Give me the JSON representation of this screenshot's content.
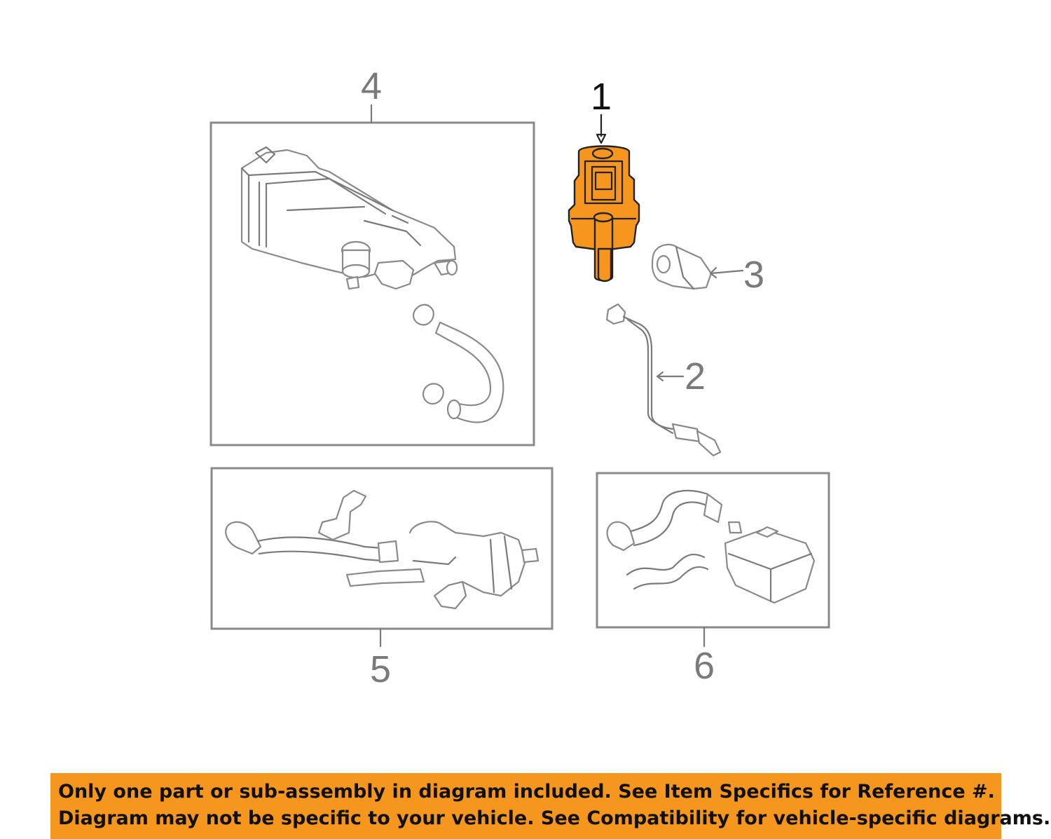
{
  "callouts": {
    "c1": "1",
    "c2": "2",
    "c3": "3",
    "c4": "4",
    "c5": "5",
    "c6": "6"
  },
  "highlight_color": "#f6961f",
  "footer": {
    "line1": "Only one part or sub-assembly in diagram included. See Item Specifics for Reference #.",
    "line2": "Diagram may not be specific to your vehicle. See Compatibility for vehicle-specific diagrams."
  }
}
